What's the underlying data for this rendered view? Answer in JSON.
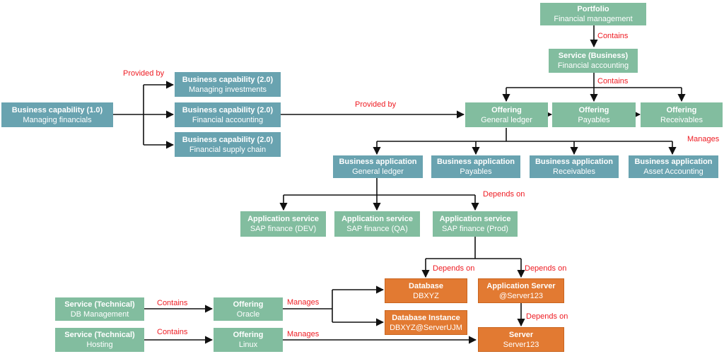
{
  "nodes": {
    "portfolio": {
      "title": "Portfolio",
      "sub": "Financial management"
    },
    "svc_business": {
      "title": "Service (Business)",
      "sub": "Financial accounting"
    },
    "bc1": {
      "title": "Business capability (1.0)",
      "sub": "Managing financials"
    },
    "bc2_inv": {
      "title": "Business capability (2.0)",
      "sub": "Managing investments"
    },
    "bc2_acc": {
      "title": "Business capability (2.0)",
      "sub": "Financial accounting"
    },
    "bc2_sc": {
      "title": "Business capability (2.0)",
      "sub": "Financial supply chain"
    },
    "off_gl": {
      "title": "Offering",
      "sub": "General ledger"
    },
    "off_pay": {
      "title": "Offering",
      "sub": "Payables"
    },
    "off_rec": {
      "title": "Offering",
      "sub": "Receivables"
    },
    "ba_gl": {
      "title": "Business application",
      "sub": "General ledger"
    },
    "ba_pay": {
      "title": "Business application",
      "sub": "Payables"
    },
    "ba_rec": {
      "title": "Business application",
      "sub": "Receivables"
    },
    "ba_asset": {
      "title": "Business application",
      "sub": "Asset Accounting"
    },
    "as_dev": {
      "title": "Application service",
      "sub": "SAP finance (DEV)"
    },
    "as_qa": {
      "title": "Application service",
      "sub": "SAP finance (QA)"
    },
    "as_prod": {
      "title": "Application service",
      "sub": "SAP finance (Prod)"
    },
    "db": {
      "title": "Database",
      "sub": "DBXYZ"
    },
    "db_inst": {
      "title": "Database Instance",
      "sub": "DBXYZ@ServerUJM"
    },
    "app_server": {
      "title": "Application Server",
      "sub": "@Server123"
    },
    "server": {
      "title": "Server",
      "sub": "Server123"
    },
    "st_db": {
      "title": "Service (Technical)",
      "sub": "DB Management"
    },
    "st_host": {
      "title": "Service (Technical)",
      "sub": "Hosting"
    },
    "off_oracle": {
      "title": "Offering",
      "sub": "Oracle"
    },
    "off_linux": {
      "title": "Offering",
      "sub": "Linux"
    }
  },
  "labels": {
    "contains_1": "Contains",
    "contains_2": "Contains",
    "provided_by_1": "Provided by",
    "provided_by_2": "Provided by",
    "manages_1": "Manages",
    "depends_on_1": "Depends on",
    "depends_on_2": "Depends on",
    "depends_on_3": "Depends on",
    "depends_on_4": "Depends on",
    "contains_db": "Contains",
    "contains_host": "Contains",
    "manages_oracle": "Manages",
    "manages_linux": "Manages"
  },
  "colors": {
    "capability": "#69a3b0",
    "service": "#82bd9f",
    "infrastructure": "#e27a32",
    "relation_label": "#ee1b22"
  }
}
